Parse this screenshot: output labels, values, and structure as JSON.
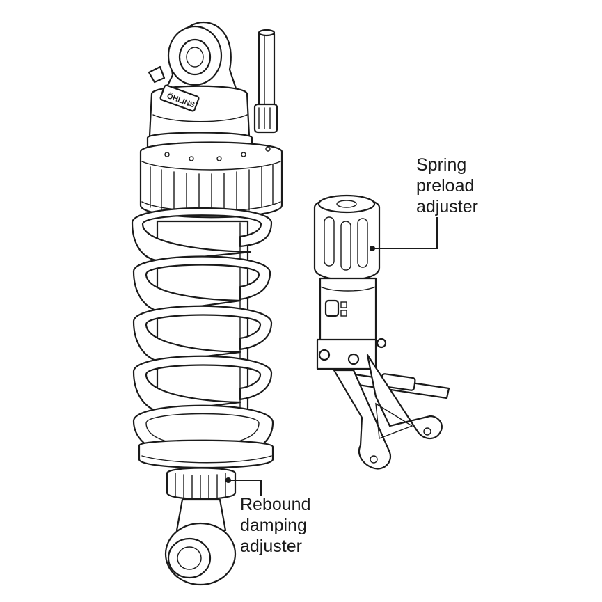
{
  "labels": {
    "spring_preload": [
      "Spring",
      "preload",
      "adjuster"
    ],
    "rebound_damping": [
      "Rebound",
      "damping",
      "adjuster"
    ]
  },
  "logo_text": "ÖHLINS",
  "colors": {
    "line": "#1a1a1a",
    "background": "#ffffff"
  }
}
